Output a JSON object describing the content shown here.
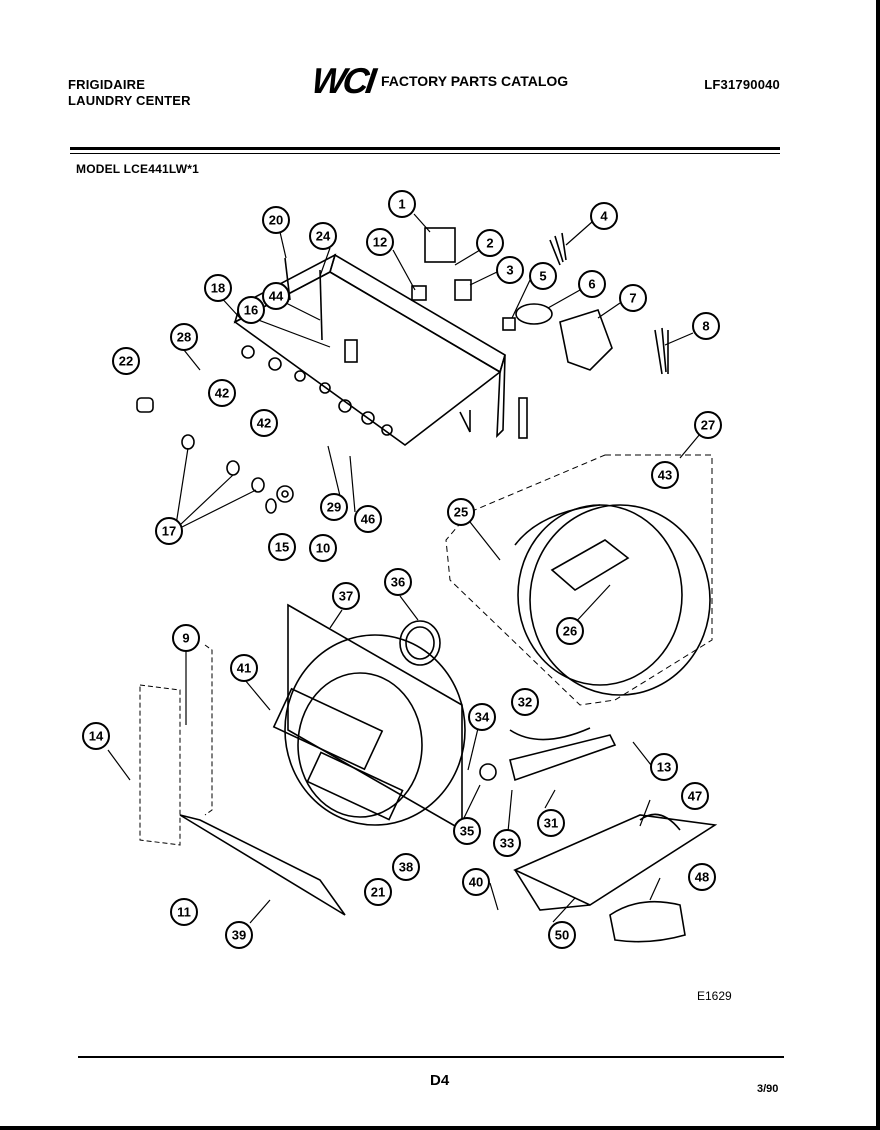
{
  "header": {
    "brand_line1": "FRIGIDAIRE",
    "brand_line2": "LAUNDRY CENTER",
    "logo": "WCI",
    "catalog_title": "FACTORY PARTS CATALOG",
    "catalog_number": "LF31790040"
  },
  "model": "MODEL LCE441LW*1",
  "diagram_code": "E1629",
  "page_number": "D4",
  "date": "3/90",
  "callouts": [
    "1",
    "2",
    "3",
    "4",
    "5",
    "6",
    "7",
    "8",
    "9",
    "10",
    "11",
    "12",
    "13",
    "14",
    "15",
    "16",
    "17",
    "18",
    "20",
    "21",
    "22",
    "24",
    "25",
    "26",
    "27",
    "28",
    "29",
    "31",
    "32",
    "33",
    "34",
    "35",
    "36",
    "37",
    "38",
    "39",
    "40",
    "41",
    "42",
    "42",
    "43",
    "44",
    "46",
    "47",
    "48",
    "50"
  ]
}
